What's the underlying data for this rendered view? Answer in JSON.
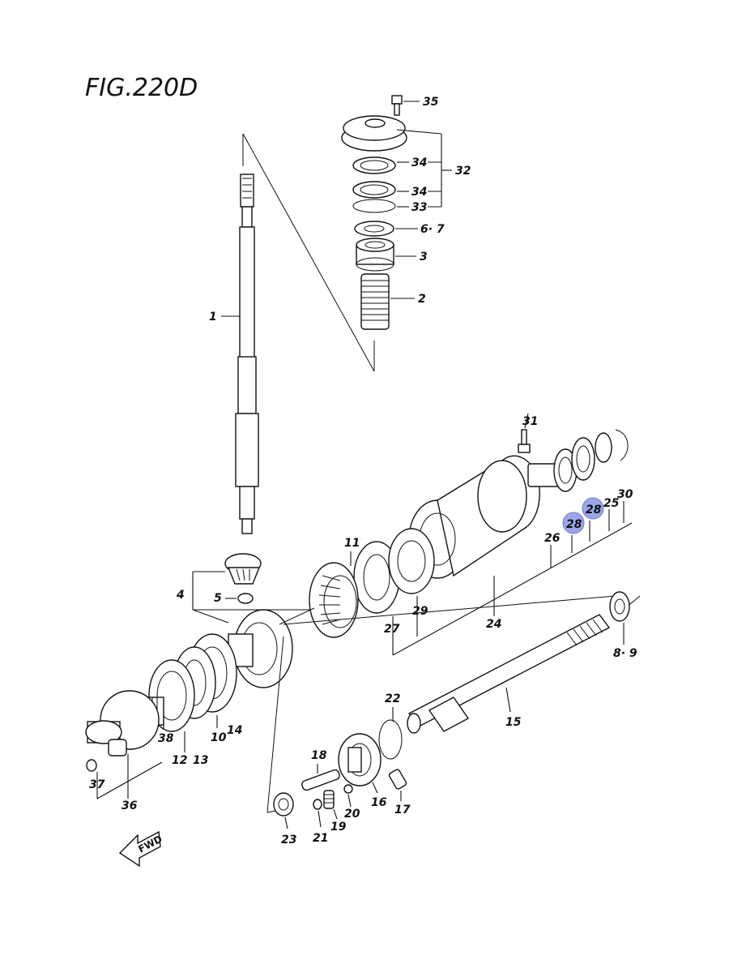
{
  "figure": {
    "title": "FIG.220D"
  },
  "fwd_arrow": "FWD",
  "highlight_color": "#9aa6e6",
  "callouts": {
    "c1": "1",
    "c2": "2",
    "c3": "3",
    "c4": "4",
    "c5": "5",
    "c67": "6· 7",
    "c89": "8· 9",
    "c10": "10",
    "c11": "11",
    "c12": "12",
    "c13": "13",
    "c14": "14",
    "c15": "15",
    "c16": "16",
    "c17": "17",
    "c18": "18",
    "c19": "19",
    "c20": "20",
    "c21": "21",
    "c22": "22",
    "c23": "23",
    "c24": "24",
    "c25": "25",
    "c26": "26",
    "c27": "27",
    "c28a": "28",
    "c28b": "28",
    "c29": "29",
    "c30": "30",
    "c31": "31",
    "c32": "32",
    "c33": "33",
    "c34a": "34",
    "c34b": "34",
    "c35": "35",
    "c36": "36",
    "c37": "37",
    "c38": "38"
  }
}
